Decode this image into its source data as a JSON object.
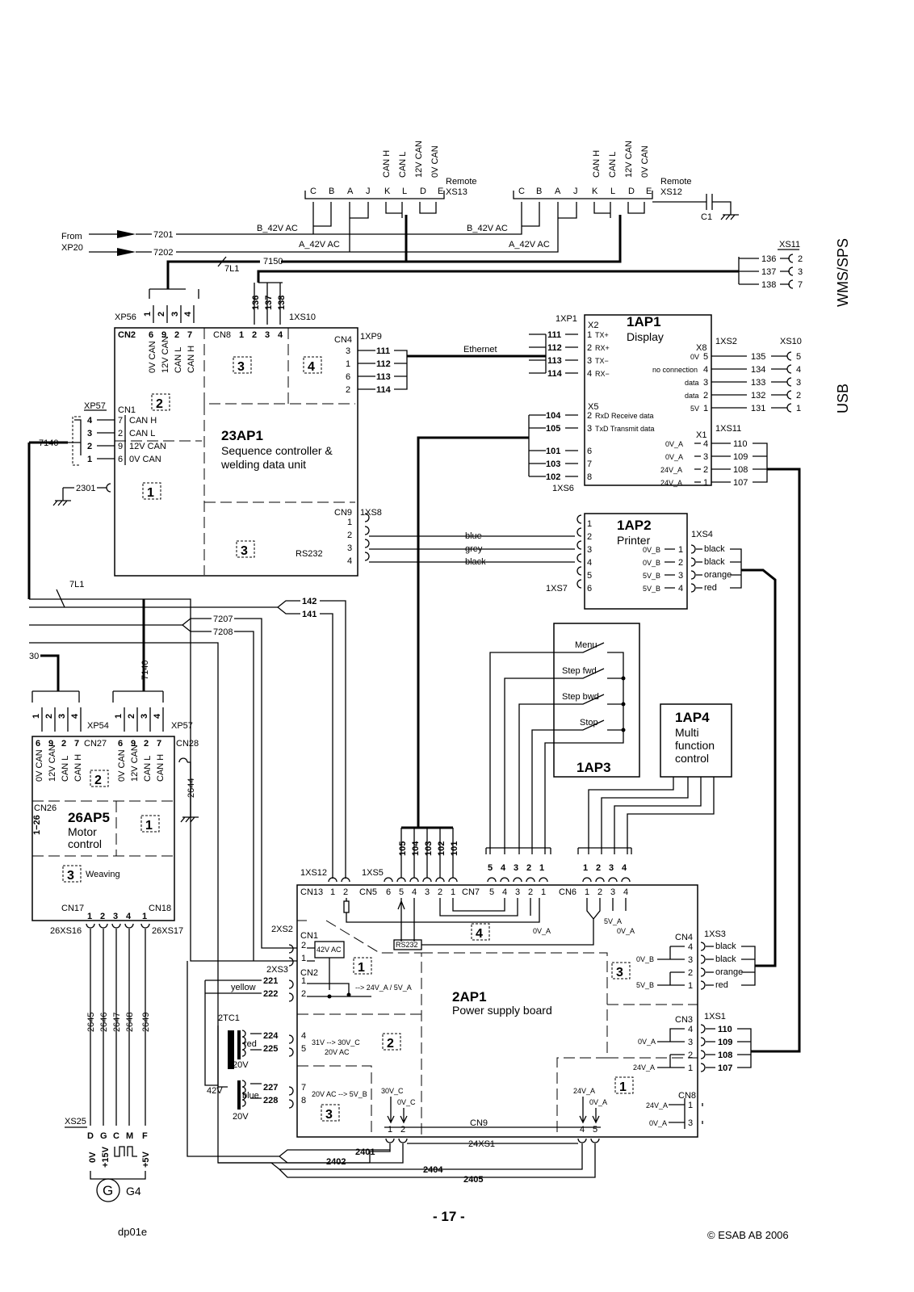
{
  "side_labels": {
    "wms_sps": "WMS/SPS",
    "usb": "USB"
  },
  "top": {
    "from_line1": "From",
    "from_line2": "XP20",
    "w7201": "7201",
    "w7202": "7202",
    "w7150": "7150",
    "w7L1": "7L1",
    "b42": "B_42V AC",
    "a42": "A_42V AC",
    "remote": "Remote",
    "xs13": "XS13",
    "xs12": "XS12",
    "c1": "C1",
    "pin_c": "C",
    "pin_b": "B",
    "pin_a": "A",
    "pin_j": "J",
    "pin_k": "K",
    "pin_l": "L",
    "pin_d": "D",
    "pin_e": "E",
    "canh": "CAN H",
    "canl": "CAN L",
    "v12can": "12V CAN",
    "v0can": "0V CAN"
  },
  "xs11": {
    "title": "XS11",
    "w136": "136",
    "w137": "137",
    "w138": "138",
    "p2": "2",
    "p3": "3",
    "p7": "7"
  },
  "ap23": {
    "xp56": "XP56",
    "cn2": "CN2",
    "cn8": "CN8",
    "cn4": "CN4",
    "cn1": "CN1",
    "cn9": "CN9",
    "xs10": "1XS10",
    "xp9": "1XP9",
    "xs8": "1XS8",
    "xp57": "XP57",
    "title": "23AP1",
    "sub1": "Sequence controller &",
    "sub2": "welding data unit",
    "rs232": "RS232",
    "w2301": "2301",
    "w7140": "7140",
    "canh": "CAN H",
    "canl": "CAN L",
    "v12": "12V CAN",
    "v0": "0V CAN",
    "s1": "1",
    "s2": "2",
    "s3": "3",
    "s4": "4"
  },
  "eth": {
    "label": "Ethernet",
    "w111": "111",
    "w112": "112",
    "w113": "113",
    "w114": "114",
    "w136": "136",
    "w137": "137",
    "w138": "138"
  },
  "ap1": {
    "xp1": "1XP1",
    "x2": "X2",
    "title": "1AP1",
    "sub": "Display",
    "txp": "TX+",
    "rxp": "RX+",
    "txm": "TX−",
    "rxm": "RX−",
    "x8": "X8",
    "xs2": "1XS2",
    "xs10": "XS10",
    "ov": "0V",
    "nc": "no connection",
    "data": "data",
    "v5": "5V",
    "w135": "135",
    "w134": "134",
    "w133": "133",
    "w132": "132",
    "w131": "131",
    "x5": "X5",
    "rxd": "RxD Receive data",
    "txd": "TxD  Transmit data",
    "w104": "104",
    "w105": "105",
    "w101": "101",
    "w103": "103",
    "w102": "102",
    "xs6": "1XS6",
    "x1": "X1",
    "xs11": "1XS11",
    "ova": "0V_A",
    "v24a": "24V_A",
    "w110": "110",
    "w109": "109",
    "w108": "108",
    "w107": "107"
  },
  "ap2": {
    "title": "1AP2",
    "sub": "Printer",
    "xs4": "1XS4",
    "xs7": "1XS7",
    "ovb": "0V_B",
    "v5b": "5V_B",
    "black": "black",
    "orange": "orange",
    "red": "red",
    "blue": "blue",
    "grey": "grey"
  },
  "mid": {
    "w7L1": "7L1",
    "w142": "142",
    "w141": "141",
    "w7207": "7207",
    "w7208": "7208",
    "w30": "30",
    "w7140": "7140"
  },
  "ap3": {
    "menu": "Menu",
    "step_fwd": "Step fwd",
    "step_bwd": "Step bwd",
    "stop": "Stop",
    "title": "1AP3"
  },
  "ap4": {
    "title": "1AP4",
    "l1": "Multi",
    "l2": "function",
    "l3": "control"
  },
  "ap26": {
    "xp54": "XP54",
    "xp57": "XP57",
    "cn27": "CN27",
    "cn28": "CN28",
    "cn26": "CN26",
    "cn17": "CN17",
    "cn18": "CN18",
    "xs16": "26XS16",
    "xs17": "26XS17",
    "title": "26AP5",
    "sub1": "Motor",
    "sub2": "control",
    "weaving": "Weaving",
    "w2644": "2644",
    "r126": "1−26",
    "w2645": "2645",
    "w2646": "2646",
    "w2647": "2647",
    "w2648": "2648",
    "w2649": "2649",
    "xs25": "XS25",
    "g4": "G4",
    "glyph_g": "G",
    "ov": "0V",
    "p15": "+15V",
    "p5": "+5V"
  },
  "ap2p": {
    "xs12": "1XS12",
    "xs5": "1XS5",
    "cn13": "CN13",
    "cn5": "CN5",
    "cn7": "CN7",
    "cn6": "CN6",
    "xs2": "2XS2",
    "xs3": "2XS3",
    "cn1": "CN1",
    "cn2": "CN2",
    "cn4": "CN4",
    "cn3": "CN3",
    "cn8": "CN8",
    "cn9": "CN9",
    "xs3b": "1XS3",
    "xs1": "1XS1",
    "xs24": "24XS1",
    "title": "2AP1",
    "sub": "Power supply board",
    "rs232": "RS232",
    "v42": "42V AC",
    "to24": "--> 24V_A  /  5V_A",
    "v31": "31V --> 30V_C",
    "v20": "20V AC",
    "v20b": "20V AC  --> 5V_B",
    "v30c": "30V_C",
    "ov_c": "0V_C",
    "v24a": "24V_A",
    "ova": "0V_A",
    "v5a": "5V_A",
    "ovb": "0V_B",
    "v5b": "5V_B",
    "tc1": "2TC1",
    "yellow": "yellow",
    "red": "red",
    "blue": "blue",
    "v20x": "20V",
    "v42x": "42V",
    "w221": "221",
    "w222": "222",
    "w224": "224",
    "w225": "225",
    "w227": "227",
    "w228": "228",
    "w2401": "2401",
    "w2402": "2402",
    "w2404": "2404",
    "w2405": "2405",
    "w105": "105",
    "w104": "104",
    "w103": "103",
    "w102": "102",
    "w101": "101"
  },
  "footer": {
    "left": "dp01e",
    "page": "- 17 -",
    "right": "© ESAB AB 2006"
  }
}
